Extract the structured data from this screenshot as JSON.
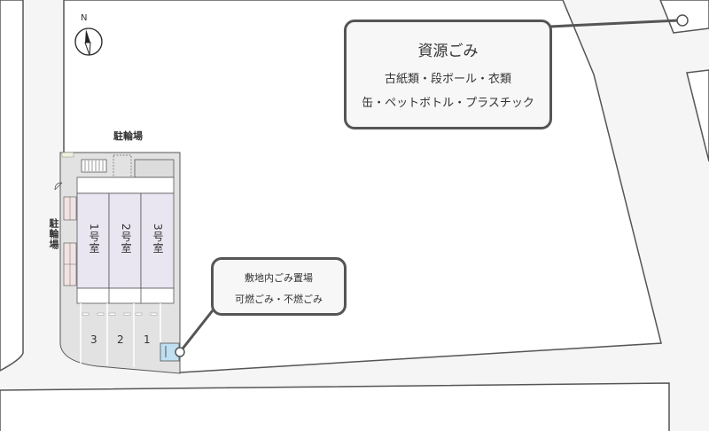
{
  "map": {
    "north_label": "N",
    "bike_parking_top": "駐輪場",
    "bike_parking_left": "駐輪場",
    "units": [
      "1号室",
      "2号室",
      "3号室"
    ],
    "parking_spaces": [
      "3",
      "2",
      "1"
    ]
  },
  "callouts": {
    "resource_waste": {
      "title": "資源ごみ",
      "line1": "古紙類・段ボール・衣類",
      "line2": "缶・ペットボトル・プラスチック"
    },
    "onsite_waste": {
      "title": "敷地内ごみ置場",
      "line1": "可燃ごみ・不燃ごみ"
    }
  },
  "colors": {
    "road": "#f5f5f5",
    "block": "#ffffff",
    "property": "#e2e2e2",
    "unit": "#e9e5f1",
    "outline": "#555555",
    "waste_station": "#bfe0f2"
  }
}
